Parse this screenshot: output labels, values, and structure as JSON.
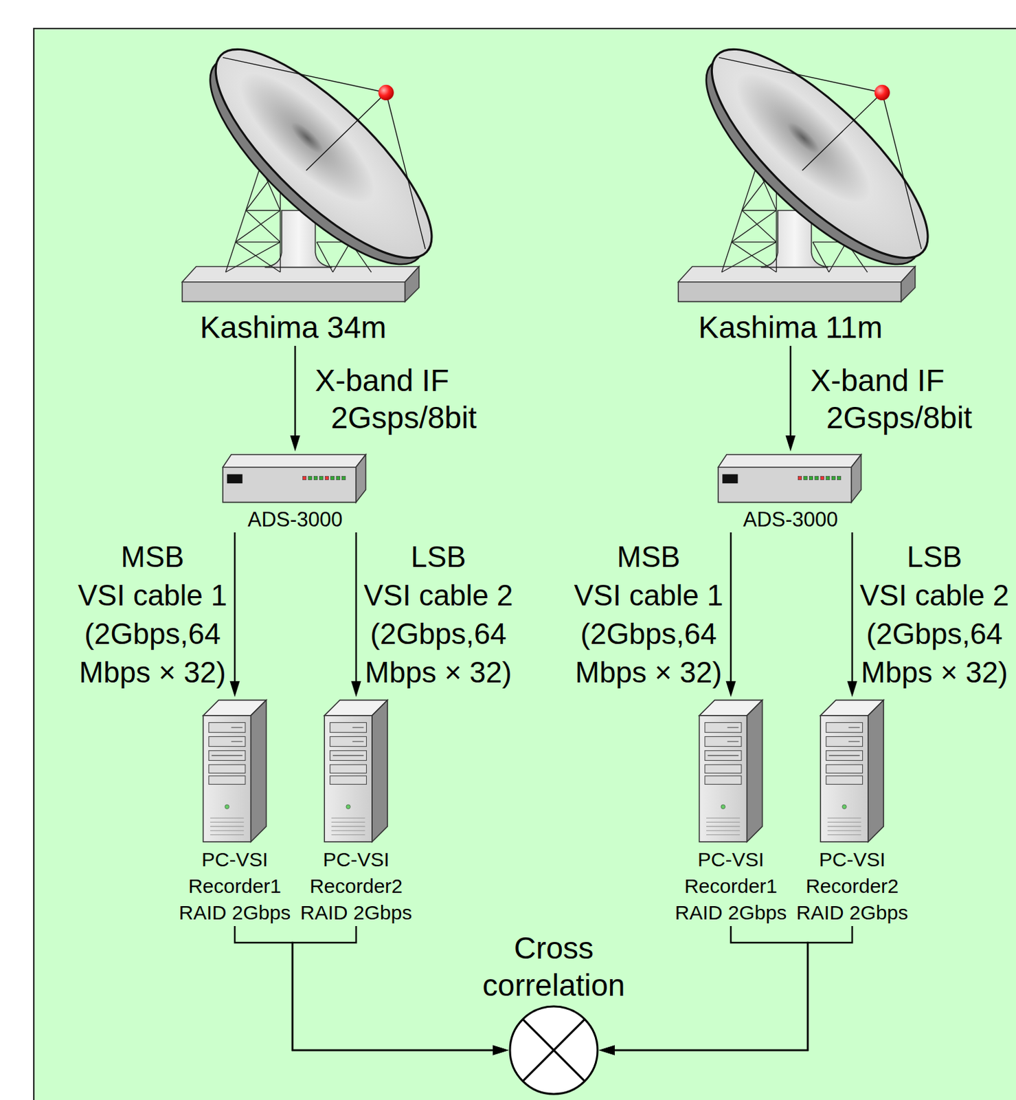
{
  "diagram": {
    "nodes": [
      {
        "text": [
          "Kashima 34m"
        ]
      },
      {
        "text": [
          "Kashima 11m"
        ]
      },
      {
        "text": [
          "ADS-3000"
        ]
      },
      {
        "text": [
          "ADS-3000"
        ]
      },
      {
        "text": [
          "PC-VSI Recorder1 RAID 2Gbps"
        ]
      },
      {
        "text": [
          "PC-VSI Recorder2 RAID 2Gbps"
        ]
      },
      {
        "text": [
          "PC-VSI Recorder1 RAID 2Gbps"
        ]
      },
      {
        "text": [
          "PC-VSI Recorder2 RAID 2Gbps"
        ]
      },
      {
        "text": [
          "Cross correlation"
        ]
      }
    ],
    "edges": [
      {
        "from": 0,
        "to": 2,
        "arrow": "to",
        "label": "X-band IF 2Gsps/8bit"
      },
      {
        "from": 1,
        "to": 3,
        "arrow": "to",
        "label": "X-band IF 2Gsps/8bit"
      },
      {
        "from": 2,
        "to": 4,
        "arrow": "to",
        "label": "MSB VSI cable 1 (2Gbps,64 Mbps × 32)"
      },
      {
        "from": 2,
        "to": 5,
        "arrow": "to",
        "label": "LSB VSI cable 2 (2Gbps,64 Mbps × 32)"
      },
      {
        "from": 3,
        "to": 6,
        "arrow": "to",
        "label": "MSB VSI cable 1 (2Gbps,64 Mbps × 32)"
      },
      {
        "from": 3,
        "to": 7,
        "arrow": "to",
        "label": "LSB VSI cable 2 (2Gbps,64 Mbps × 32)"
      },
      {
        "from": 4,
        "to": 8,
        "arrow": "to"
      },
      {
        "from": 5,
        "to": 8,
        "arrow": "to"
      },
      {
        "from": 6,
        "to": 8,
        "arrow": "to"
      },
      {
        "from": 7,
        "to": 8,
        "arrow": "to"
      }
    ]
  }
}
